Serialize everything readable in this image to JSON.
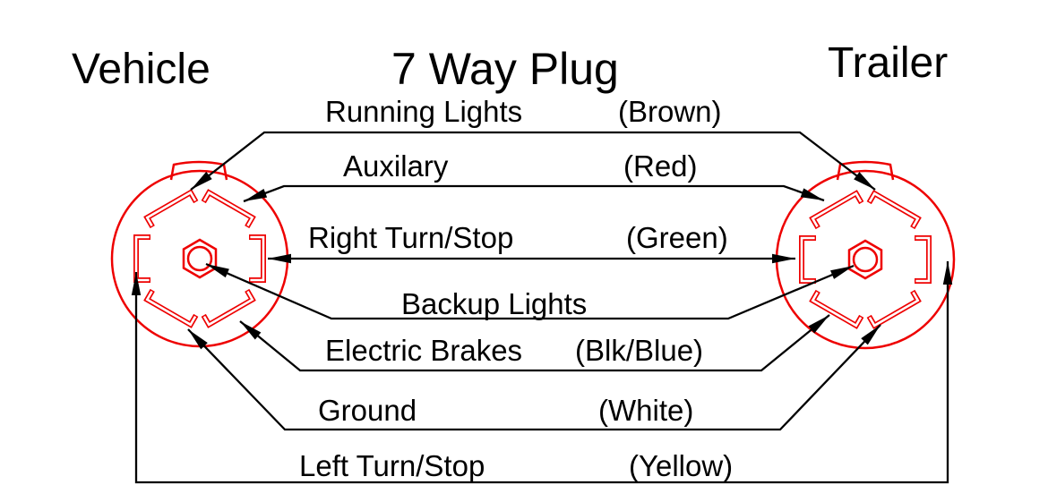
{
  "diagram_title": "7 Way Plug",
  "left_connector_title": "Vehicle",
  "right_connector_title": "Trailer",
  "wires": [
    {
      "name": "Running Lights",
      "color_label": "(Brown)"
    },
    {
      "name": "Auxilary",
      "color_label": "(Red)"
    },
    {
      "name": "Right Turn/Stop",
      "color_label": "(Green)"
    },
    {
      "name": "Backup Lights",
      "color_label": ""
    },
    {
      "name": "Electric Brakes",
      "color_label": "(Blk/Blue)"
    },
    {
      "name": "Ground",
      "color_label": "(White)"
    },
    {
      "name": "Left Turn/Stop",
      "color_label": "(Yellow)"
    }
  ],
  "colors": {
    "connector_outline": "#ee0000",
    "wire_lines": "#000000",
    "background": "#ffffff"
  }
}
